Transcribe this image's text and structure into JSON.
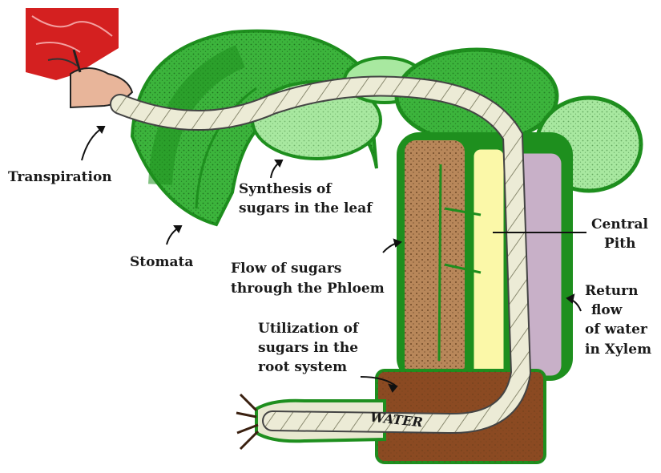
{
  "labels": {
    "transpiration": "Transpiration",
    "synthesis_line1": "Synthesis of",
    "synthesis_line2": "sugars in the leaf",
    "stomata": "Stomata",
    "central_line1": "Central",
    "central_line2": "Pith",
    "flow_line1": "Flow of sugars",
    "flow_line2": "through the Phloem",
    "return_line1": "Return",
    "return_line2": "flow",
    "return_line3": "of water",
    "return_line4": "in Xylem",
    "utilization_line1": "Utilization of",
    "utilization_line2": "sugars in the",
    "utilization_line3": "root system",
    "water": "WATER"
  },
  "colors": {
    "leaf_dark": "#1e8f1e",
    "leaf_mid": "#3cb43c",
    "leaf_light": "#a8e8a0",
    "phloem": "#b8875a",
    "pith": "#fbf8a8",
    "xylem": "#c8b0c8",
    "root": "#8b4a22",
    "rope": "#e8e8d0",
    "sun": "#d42020"
  }
}
